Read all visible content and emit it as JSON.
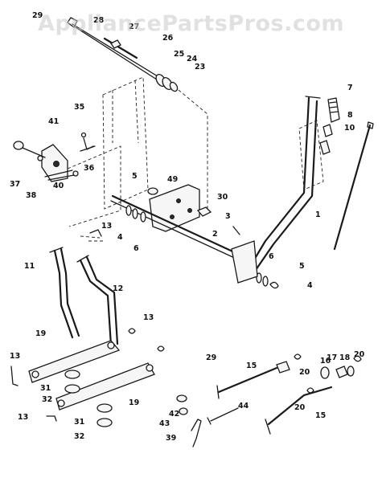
{
  "watermark": "AppliancePartsPros.com",
  "labels": [
    {
      "id": "l29a",
      "text": "29"
    },
    {
      "id": "l28",
      "text": "28"
    },
    {
      "id": "l27",
      "text": "27"
    },
    {
      "id": "l26",
      "text": "26"
    },
    {
      "id": "l25",
      "text": "25"
    },
    {
      "id": "l24",
      "text": "24"
    },
    {
      "id": "l23",
      "text": "23"
    },
    {
      "id": "l7",
      "text": "7"
    },
    {
      "id": "l8",
      "text": "8"
    },
    {
      "id": "l10",
      "text": "10"
    },
    {
      "id": "l35",
      "text": "35"
    },
    {
      "id": "l41",
      "text": "41"
    },
    {
      "id": "l37",
      "text": "37"
    },
    {
      "id": "l38",
      "text": "38"
    },
    {
      "id": "l36",
      "text": "36"
    },
    {
      "id": "l40",
      "text": "40"
    },
    {
      "id": "l5a",
      "text": "5"
    },
    {
      "id": "l49",
      "text": "49"
    },
    {
      "id": "l30",
      "text": "30"
    },
    {
      "id": "l1",
      "text": "1"
    },
    {
      "id": "l3",
      "text": "3"
    },
    {
      "id": "l4a",
      "text": "4"
    },
    {
      "id": "l6a",
      "text": "6"
    },
    {
      "id": "l2",
      "text": "2"
    },
    {
      "id": "l6b",
      "text": "6"
    },
    {
      "id": "l5b",
      "text": "5"
    },
    {
      "id": "l4b",
      "text": "4"
    },
    {
      "id": "l13a",
      "text": "13"
    },
    {
      "id": "l11",
      "text": "11"
    },
    {
      "id": "l12",
      "text": "12"
    },
    {
      "id": "l13b",
      "text": "13"
    },
    {
      "id": "l19a",
      "text": "19"
    },
    {
      "id": "l13c",
      "text": "13"
    },
    {
      "id": "l31a",
      "text": "31"
    },
    {
      "id": "l32a",
      "text": "32"
    },
    {
      "id": "l19b",
      "text": "19"
    },
    {
      "id": "l13d",
      "text": "13"
    },
    {
      "id": "l31b",
      "text": "31"
    },
    {
      "id": "l32b",
      "text": "32"
    },
    {
      "id": "l29b",
      "text": "29"
    },
    {
      "id": "l15a",
      "text": "15"
    },
    {
      "id": "l20a",
      "text": "20"
    },
    {
      "id": "l16",
      "text": "16"
    },
    {
      "id": "l17",
      "text": "17"
    },
    {
      "id": "l18",
      "text": "18"
    },
    {
      "id": "l20b",
      "text": "20"
    },
    {
      "id": "l42",
      "text": "42"
    },
    {
      "id": "l43",
      "text": "43"
    },
    {
      "id": "l44",
      "text": "44"
    },
    {
      "id": "l39",
      "text": "39"
    },
    {
      "id": "l20c",
      "text": "20"
    },
    {
      "id": "l15b",
      "text": "15"
    }
  ]
}
